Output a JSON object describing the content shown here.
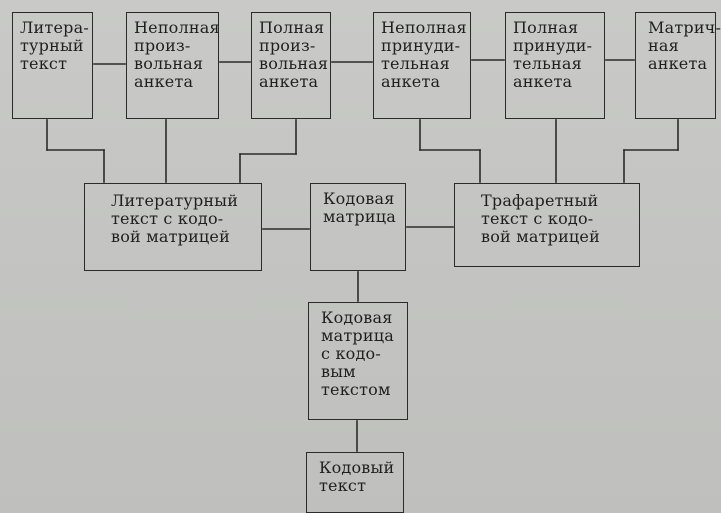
{
  "diagram": {
    "nodes": [
      {
        "id": "b1",
        "label": "Литера-\nтурный\nтекст"
      },
      {
        "id": "b2",
        "label": "Неполная\nпроиз-\nвольная\nанкета"
      },
      {
        "id": "b3",
        "label": "Полная\nпроиз-\nвольная\nанкета"
      },
      {
        "id": "b4",
        "label": "Неполная\nпринуди-\nтельная\nанкета"
      },
      {
        "id": "b5",
        "label": "Полная\nпринуди-\nтельная\nанкета"
      },
      {
        "id": "b6",
        "label": "Матрич-\nная\nанкета"
      },
      {
        "id": "b7",
        "label": "Литературный\nтекст с кодо-\nвой матрицей"
      },
      {
        "id": "b8",
        "label": "Кодовая\nматрица"
      },
      {
        "id": "b9",
        "label": "Трафаретный\nтекст с кодо-\nвой матрицей"
      },
      {
        "id": "b10",
        "label": "Кодовая\nматрица\nс кодо-\nвым\nтекстом"
      },
      {
        "id": "b11",
        "label": "Кодовый\nтекст"
      }
    ]
  }
}
